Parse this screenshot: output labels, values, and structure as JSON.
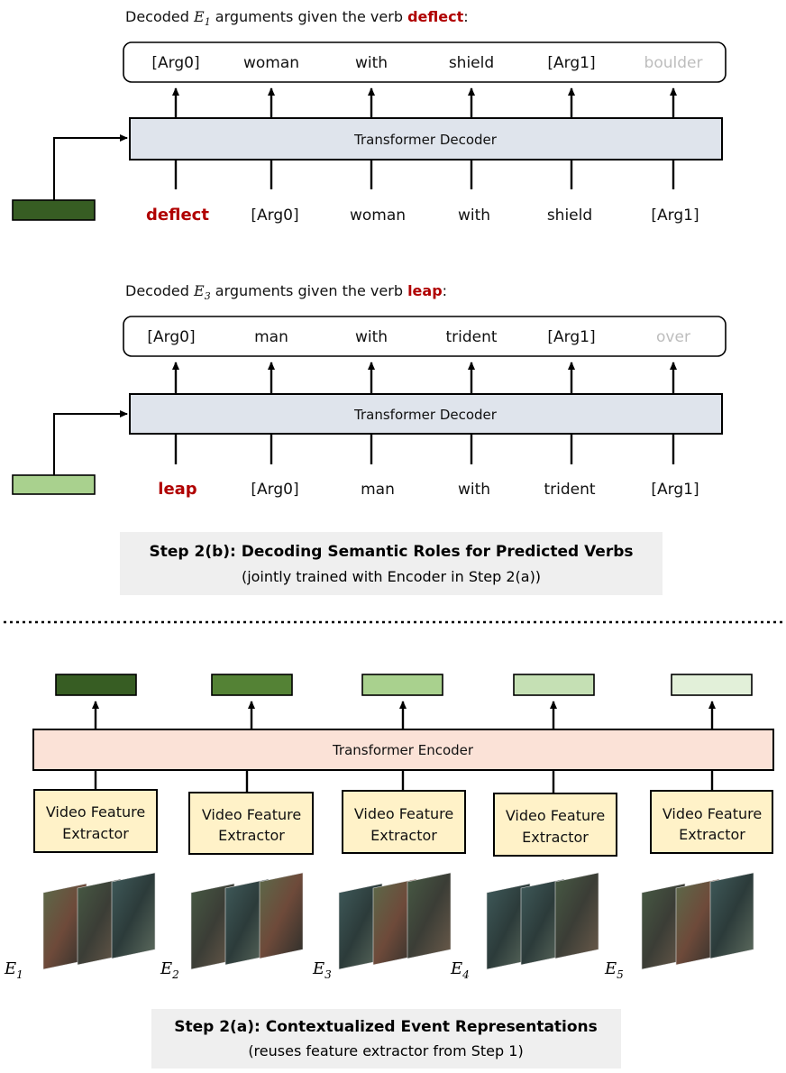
{
  "colors": {
    "verb_red": "#b00000",
    "decoder_fill": "#dfe4ec",
    "encoder_fill": "#fbe2d7",
    "extractor_fill": "#fff2c8",
    "caption_bg": "#efefef",
    "event_embeddings": [
      "#375d23",
      "#548235",
      "#a9d18e",
      "#c5e0b4",
      "#e2f0d9"
    ],
    "decoder_input_embeddings": [
      "#375d23",
      "#a9d18e"
    ]
  },
  "decoders": [
    {
      "heading_pre": "Decoded ",
      "heading_event_var": "E",
      "heading_event_sub": "1",
      "heading_mid": " arguments given the verb ",
      "heading_verb": "deflect",
      "heading_post": ":",
      "output_tokens": [
        "[Arg0]",
        "woman",
        "with",
        "shield",
        "[Arg1]",
        "boulder"
      ],
      "input_tokens": [
        "deflect",
        "[Arg0]",
        "woman",
        "with",
        "shield",
        "[Arg1]"
      ],
      "decoder_label": "Transformer Decoder"
    },
    {
      "heading_pre": "Decoded ",
      "heading_event_var": "E",
      "heading_event_sub": "3",
      "heading_mid": " arguments given the verb ",
      "heading_verb": "leap",
      "heading_post": ":",
      "output_tokens": [
        "[Arg0]",
        "man",
        "with",
        "trident",
        "[Arg1]",
        "over"
      ],
      "input_tokens": [
        "leap",
        "[Arg0]",
        "man",
        "with",
        "trident",
        "[Arg1]"
      ],
      "decoder_label": "Transformer Decoder"
    }
  ],
  "step2b": {
    "title": "Step 2(b): Decoding Semantic Roles for Predicted Verbs",
    "subtitle": "(jointly trained with Encoder in Step 2(a))"
  },
  "encoder_label": "Transformer Encoder",
  "extractors": [
    "Video Feature Extractor",
    "Video Feature Extractor",
    "Video Feature Extractor",
    "Video Feature Extractor",
    "Video Feature Extractor"
  ],
  "extractor_lines": [
    "Video Feature",
    "Extractor"
  ],
  "events": [
    {
      "var": "E",
      "sub": "1"
    },
    {
      "var": "E",
      "sub": "2"
    },
    {
      "var": "E",
      "sub": "3"
    },
    {
      "var": "E",
      "sub": "4"
    },
    {
      "var": "E",
      "sub": "5"
    }
  ],
  "step2a": {
    "title": "Step 2(a): Contextualized Event Representations",
    "subtitle": "(reuses feature extractor from Step 1)"
  }
}
